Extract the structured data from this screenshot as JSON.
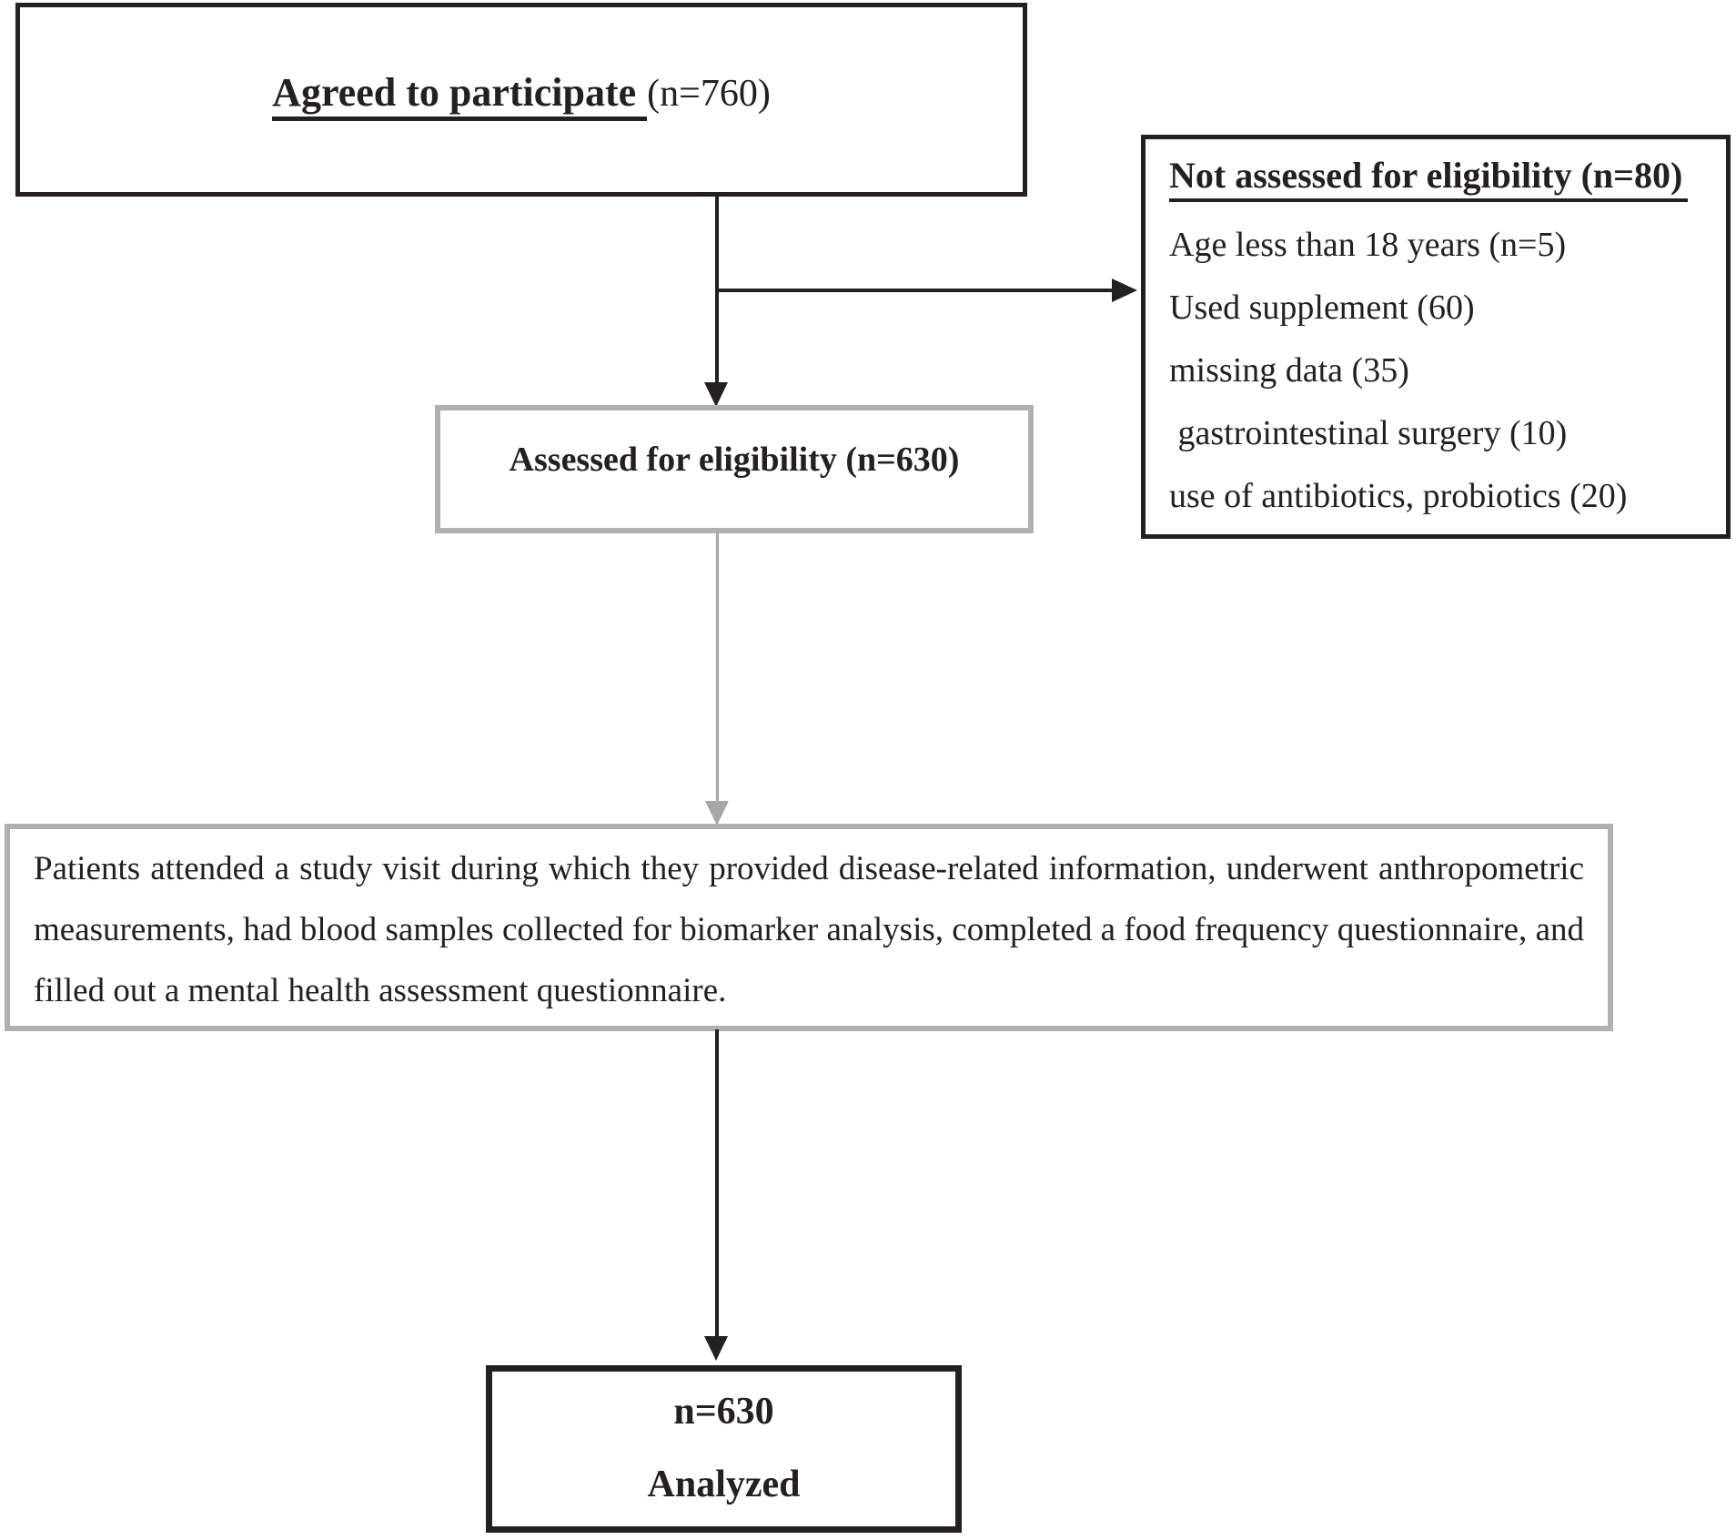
{
  "boxes": {
    "agreed": {
      "label": "Agreed to participate",
      "count": "(n=760)"
    },
    "not_assessed": {
      "title": "Not assessed for eligibility (n=80)",
      "items": [
        "Age less than 18 years (n=5)",
        "Used supplement (60)",
        "missing data (35)",
        " gastrointestinal surgery (10)",
        "use of antibiotics, probiotics (20)"
      ]
    },
    "assessed": {
      "label": "Assessed for eligibility (n=630)"
    },
    "study_visit": {
      "text": "Patients attended a study visit during which they provided disease-related information, underwent anthropometric measurements, had blood samples collected for biomarker analysis, completed a food frequency questionnaire, and filled out a mental health assessment questionnaire."
    },
    "analyzed": {
      "count": "n=630",
      "label": "Analyzed"
    }
  },
  "colors": {
    "ink": "#242021",
    "connector_gray": "#a7a7a7",
    "border_gray": "#b0b0b0",
    "background": "#ffffff"
  }
}
